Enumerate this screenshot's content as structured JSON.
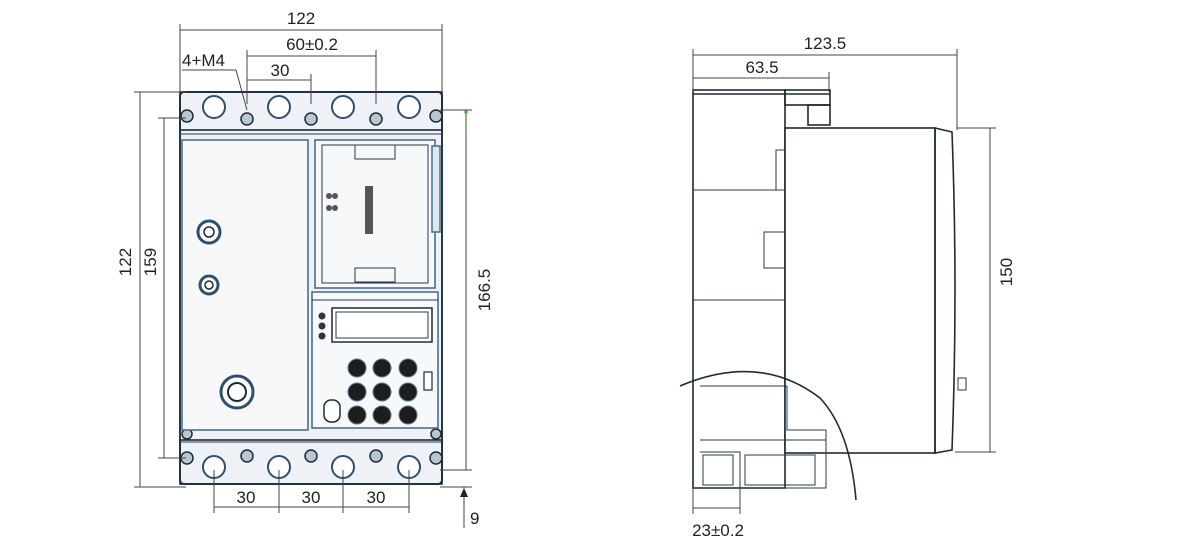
{
  "front_view": {
    "total_width_label": "122",
    "mounting_holes_label": "4+M4",
    "hole_spacing_label": "60±0.2",
    "top_pole_pitch_label": "30",
    "height_outer_label": "122",
    "height_inner_label": "159",
    "height_right_label": "166.5",
    "bottom_pitch_labels": [
      "30",
      "30",
      "30"
    ],
    "bottom_offset_label": "9"
  },
  "side_view": {
    "total_depth_label": "123.5",
    "front_depth_label": "63.5",
    "height_label": "150",
    "rail_offset_label": "23±0.2"
  },
  "colors": {
    "outline": "#1e2a38",
    "accent": "#4d6e8e",
    "dimension": "#444444"
  }
}
